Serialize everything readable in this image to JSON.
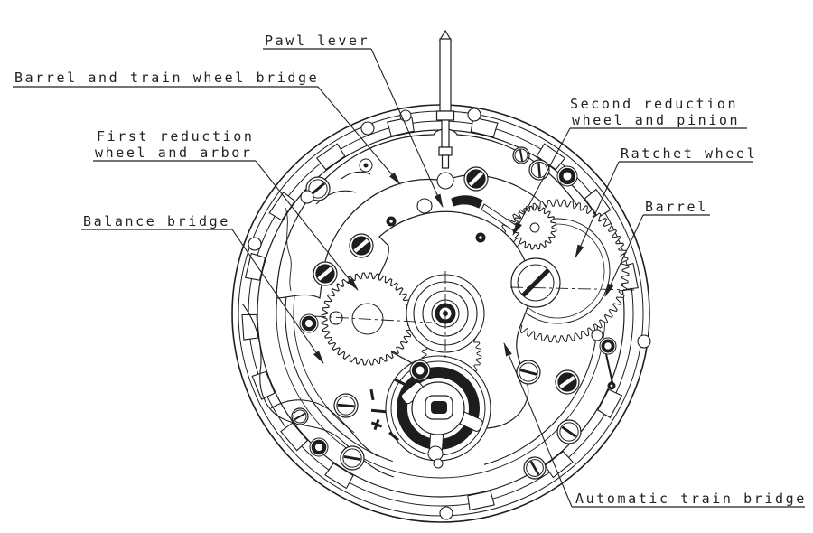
{
  "figure": {
    "type": "technical line drawing",
    "subject": "Automatic watch movement, top view with winding stem",
    "background_color": "#ffffff",
    "line_color": "#1d1d1d",
    "text_color": "#222222"
  },
  "labels": {
    "pawl_lever": {
      "text": "Pawl lever"
    },
    "barrel_train_bridge": {
      "text": "Barrel and train wheel bridge"
    },
    "first_reduction": {
      "line1": "First reduction",
      "line2": "wheel and arbor"
    },
    "balance_bridge": {
      "text": "Balance bridge"
    },
    "second_reduction": {
      "line1": "Second reduction",
      "line2": "wheel and pinion"
    },
    "ratchet_wheel": {
      "text": "Ratchet wheel"
    },
    "barrel": {
      "text": "Barrel"
    },
    "automatic_train_bridge": {
      "text": "Automatic train bridge"
    }
  }
}
